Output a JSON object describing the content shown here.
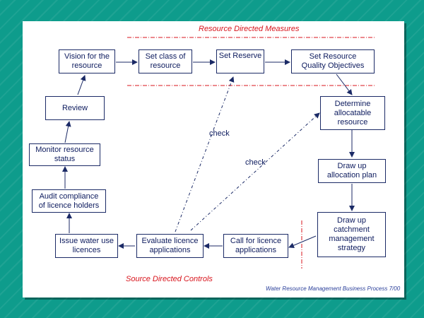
{
  "headings": {
    "top": "Resource Directed Measures",
    "bottom": "Source Directed Controls"
  },
  "boxes": {
    "vision": "Vision for the\nresource",
    "set_class": "Set class of\nresource",
    "set_reserve": "Set Reserve",
    "set_rqo": "Set Resource\nQuality Objectives",
    "determine": "Determine\nallocatable\nresource",
    "review": "Review",
    "monitor": "Monitor resource\nstatus",
    "audit": "Audit compliance\nof licence holders",
    "issue": "Issue water use\nlicences",
    "evaluate": "Evaluate licence\napplications",
    "call": "Call for licence\napplications",
    "draw_alloc": "Draw up\nallocation plan",
    "draw_cms": "Draw up\ncatchment\nmanagement\nstrategy"
  },
  "labels": {
    "check1": "check",
    "check2": "check"
  },
  "footer": "Water Resource Management Business Process   7/00",
  "colors": {
    "background": "#0e9c8c",
    "box_border": "#1b2a66",
    "text": "#0d1b5e",
    "heading_red": "#d8141c",
    "divider_red": "#d8141c"
  }
}
